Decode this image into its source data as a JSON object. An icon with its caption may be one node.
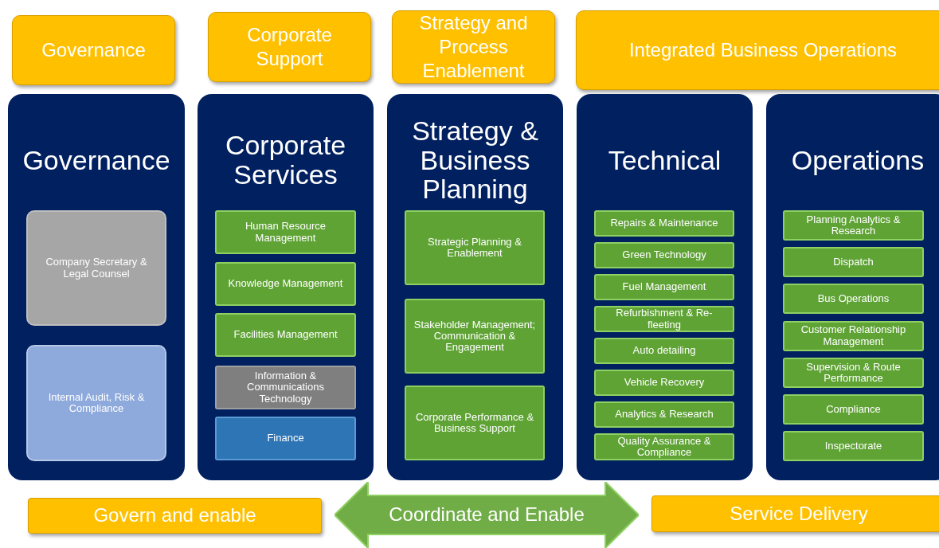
{
  "diagram": {
    "nodes": [
      {
        "text": [
          "Governance"
        ]
      },
      {
        "text": [
          "Corporate Support"
        ]
      },
      {
        "text": [
          "Strategy and Process Enablement"
        ]
      },
      {
        "text": [
          "Integrated Business Operations"
        ]
      },
      {
        "text": [
          "Governance"
        ]
      },
      {
        "text": [
          "Company Secretary & Legal Counsel"
        ],
        "in": 4
      },
      {
        "text": [
          "Internal Audit, Risk & Compliance"
        ],
        "in": 4
      },
      {
        "text": [
          "Corporate Services"
        ]
      },
      {
        "text": [
          "Human Resource Management"
        ],
        "in": 7
      },
      {
        "text": [
          "Knowledge Management"
        ],
        "in": 7
      },
      {
        "text": [
          "Facilities Management"
        ],
        "in": 7
      },
      {
        "text": [
          "Information & Communications Technology"
        ],
        "in": 7
      },
      {
        "text": [
          "Finance"
        ],
        "in": 7
      },
      {
        "text": [
          "Strategy & Business Planning"
        ]
      },
      {
        "text": [
          "Strategic Planning & Enablement"
        ],
        "in": 13
      },
      {
        "text": [
          "Stakeholder Management; Communication & Engagement"
        ],
        "in": 13
      },
      {
        "text": [
          "Corporate Performance & Business Support"
        ],
        "in": 13
      },
      {
        "text": [
          "Technical"
        ]
      },
      {
        "text": [
          "Repairs & Maintenance"
        ],
        "in": 17
      },
      {
        "text": [
          "Green Technology"
        ],
        "in": 17
      },
      {
        "text": [
          "Fuel Management"
        ],
        "in": 17
      },
      {
        "text": [
          "Refurbishment & Re-fleeting"
        ],
        "in": 17
      },
      {
        "text": [
          "Auto detailing"
        ],
        "in": 17
      },
      {
        "text": [
          "Vehicle Recovery"
        ],
        "in": 17
      },
      {
        "text": [
          "Analytics & Research"
        ],
        "in": 17
      },
      {
        "text": [
          "Quality Assurance & Compliance"
        ],
        "in": 17
      },
      {
        "text": [
          "Operations"
        ]
      },
      {
        "text": [
          "Planning Analytics & Research"
        ],
        "in": 26
      },
      {
        "text": [
          "Dispatch"
        ],
        "in": 26
      },
      {
        "text": [
          "Bus Operations"
        ],
        "in": 26
      },
      {
        "text": [
          "Customer Relationship Management"
        ],
        "in": 26
      },
      {
        "text": [
          "Supervision & Route Performance"
        ],
        "in": 26
      },
      {
        "text": [
          "Compliance"
        ],
        "in": 26
      },
      {
        "text": [
          "Inspectorate"
        ],
        "in": 26
      },
      {
        "text": [
          "Govern and enable"
        ]
      },
      {
        "text": [
          "Coordinate and Enable"
        ]
      },
      {
        "text": [
          "Service Delivery"
        ]
      }
    ]
  }
}
